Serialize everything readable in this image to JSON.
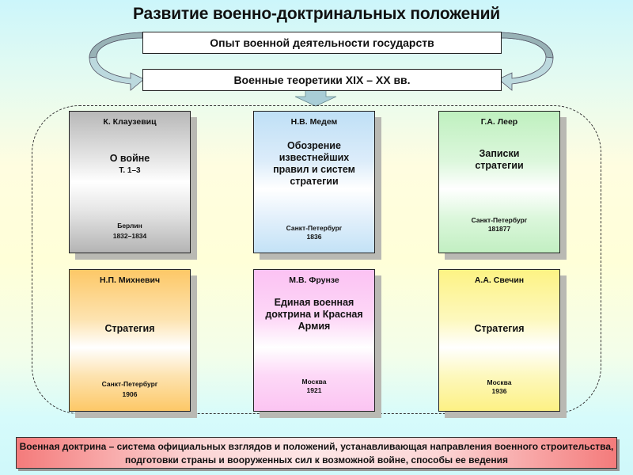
{
  "title": "Развитие военно-доктринальных положений",
  "top_boxes": {
    "experience": "Опыт военной деятельности государств",
    "theorists": "Военные теоретики XIX – XX вв."
  },
  "books": [
    {
      "author": "К. Клаузевиц",
      "title": "О войне",
      "volume": "Т. 1–3",
      "place": "Берлин",
      "year": "1832–1834",
      "color": "#c0c0c0"
    },
    {
      "author": "Н.В. Медем",
      "title": "Обозрение известнейших правил и систем стратегии",
      "volume": "",
      "place": "Санкт-Петербург",
      "year": "1836",
      "color": "#bfe0f6"
    },
    {
      "author": "Г.А. Леер",
      "title": "Записки стратегии",
      "volume": "",
      "place": "Санкт-Петербург",
      "year": "181877",
      "color": "#bff0bf"
    },
    {
      "author": "Н.П. Михневич",
      "title": "Стратегия",
      "volume": "",
      "place": "Санкт-Петербург",
      "year": "1906",
      "color": "#fdc867"
    },
    {
      "author": "М.В. Фрунзе",
      "title": "Единая военная доктрина и Красная Армия",
      "volume": "",
      "place": "Москва",
      "year": "1921",
      "color": "#fcc2f3"
    },
    {
      "author": "А.А. Свечин",
      "title": "Стратегия",
      "volume": "",
      "place": "Москва",
      "year": "1936",
      "color": "#fdf384"
    }
  ],
  "definition": "Военная доктрина – система официальных взглядов и положений, устанавливающая направления военного строительства, подготовки страны и вооруженных сил к возможной войне, способы ее ведения",
  "colors": {
    "arrow_fill": "#bcd9de",
    "arrow_dark": "#8fa9ad",
    "definition_edge": "#f47b7b"
  }
}
